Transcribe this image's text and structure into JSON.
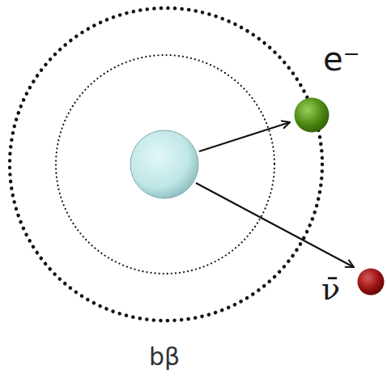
{
  "diagram": {
    "nodes": [
      {
        "text": [
          "e⁻"
        ]
      },
      {
        "text": [
          "ν̄"
        ]
      }
    ],
    "labels": [
      "bβ"
    ]
  }
}
